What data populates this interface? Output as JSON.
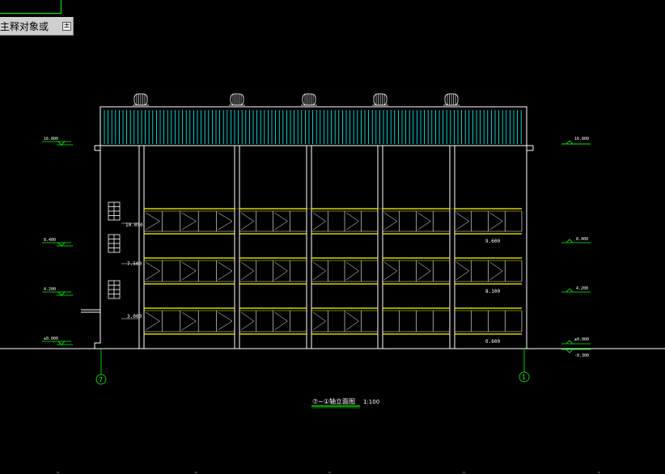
{
  "tooltip": {
    "text": "主释对象或",
    "expand_glyph": "±"
  },
  "drawing": {
    "title": "⑦~①轴立面图",
    "scale": "1:100",
    "axis_left": "7",
    "axis_right": "1",
    "left_levels": [
      "16.800",
      "8.400",
      "4.200",
      "±0.000"
    ],
    "right_levels": [
      "16.800",
      "8.400",
      "4.200",
      "±0.000",
      "-0.300"
    ],
    "inner_labels": [
      "10.050",
      "7.500",
      "3.000",
      "9.600",
      "8.100",
      "0.600"
    ]
  },
  "colors": {
    "background": "#000000",
    "outline": "#ffffff",
    "dimension": "#00ff00",
    "window_frame": "#ffff00",
    "roof": "#00ffff"
  }
}
